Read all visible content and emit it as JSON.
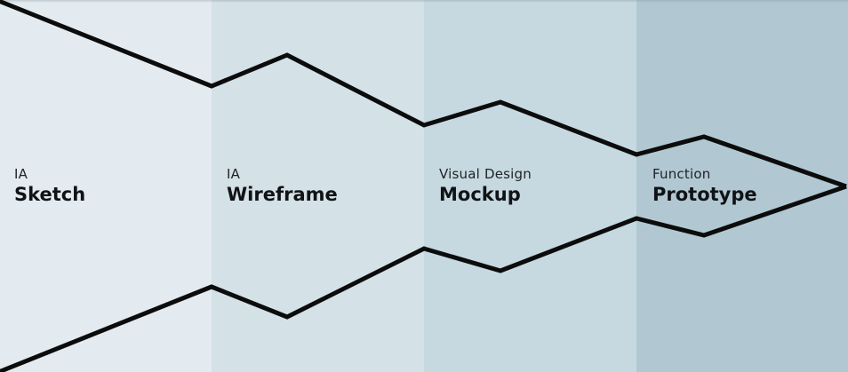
{
  "colors": {
    "band_1": "#e3ebf0",
    "band_2": "#d4e1e7",
    "band_3": "#c6d8e0",
    "band_4": "#b1c8d3",
    "line": "#0c0c0c"
  },
  "stages": [
    {
      "category": "IA",
      "name": "Sketch"
    },
    {
      "category": "IA",
      "name": "Wireframe"
    },
    {
      "category": "Visual Design",
      "name": "Mockup"
    },
    {
      "category": "Function",
      "name": "Prototype"
    }
  ]
}
